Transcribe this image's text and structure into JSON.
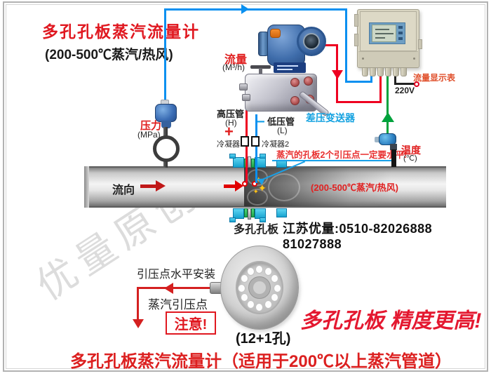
{
  "header": {
    "title": "多孔孔板蒸汽流量计",
    "subtitle": "(200-500℃蒸汽/热风)"
  },
  "transmitter": {
    "name": "差压变送器",
    "flow_label": "流量",
    "flow_unit": "(M³/h)",
    "high_pipe": "高压管",
    "high_pipe_tag": "(H)",
    "plus": "+",
    "low_pipe": "低压管",
    "low_pipe_tag": "(L)",
    "minus": "−",
    "condenser1": "冷凝器1",
    "condenser2": "冷凝器2"
  },
  "pressure": {
    "label": "压力",
    "unit": "(MPa)"
  },
  "temperature": {
    "label": "温度",
    "unit": "(℃)"
  },
  "display_unit": {
    "label": "流量显示表",
    "power": "220V"
  },
  "pipe": {
    "flow_direction": "流向",
    "note": "(200-500℃蒸汽/热风)",
    "callout": "蒸汽的孔板2个引压点一定要水平!",
    "orifice_label": "多孔孔板",
    "contact": "江苏优量:0510-82026888  81027888"
  },
  "bottom": {
    "install_note": "引压点水平安装",
    "tap_note": "蒸汽引压点",
    "attention": "注意!",
    "holes": "(12+1孔)",
    "slogan": "多孔孔板  精度更高!",
    "caption": "多孔孔板蒸汽流量计（适用于200℃以上蒸汽管道）"
  },
  "watermark": "优量原创",
  "colors": {
    "accent_red": "#e01820",
    "wire_blue": "#0a90f0",
    "wire_red": "#ee0020",
    "wire_green": "#00a23c",
    "wire_black": "#222222",
    "callout_blue": "#18a0e8",
    "flange_cyan": "#2ec4ec",
    "gasket_green": "#35c463"
  }
}
